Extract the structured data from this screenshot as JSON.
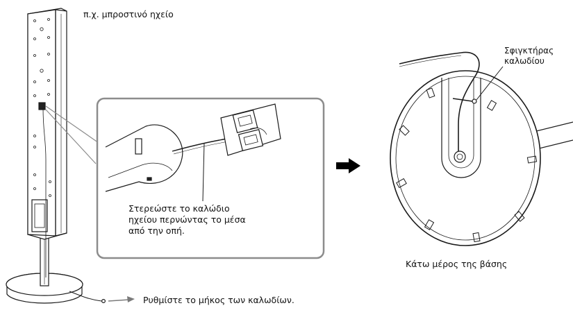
{
  "labels": {
    "speaker_example": "π.χ. μπροστινό ηχείο",
    "cable_tie_line1": "Σφιγκτήρας",
    "cable_tie_line2": "καλωδίου",
    "thread_line1": "Στερεώστε το καλώδιο",
    "thread_line2": "ηχείου περνώντας το μέσα",
    "thread_line3": "από την οπή.",
    "base_bottom": "Κάτω μέρος της βάσης",
    "adjust_length": "Ρυθμίστε το μήκος των καλωδίων."
  },
  "colors": {
    "line": "#1a1a1a",
    "callout_frame": "#8c8c8c",
    "leader": "#7a7a7a",
    "arrow": "#000000"
  },
  "icons": {
    "step_arrow": "right-arrow-icon"
  }
}
